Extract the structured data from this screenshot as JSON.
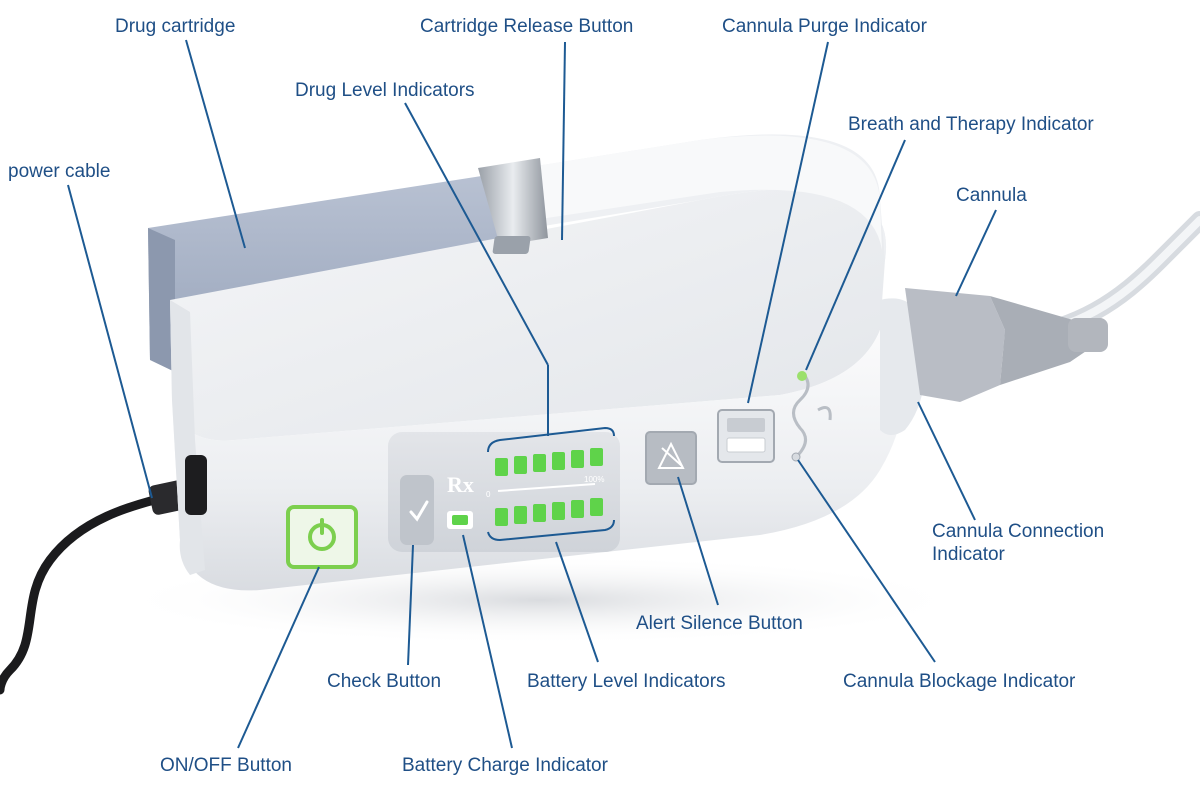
{
  "colors": {
    "label_text": "#1f4f86",
    "leader_line": "#1d5a93",
    "indicator_green": "#5fd34a",
    "power_green": "#7ccf4e",
    "housing": "#f2f3f5",
    "cartridge": "#a8b3c7"
  },
  "labels": {
    "drug_cartridge": "Drug cartridge",
    "cartridge_release_button": "Cartridge Release Button",
    "cannula_purge_indicator": "Cannula Purge Indicator",
    "drug_level_indicators": "Drug Level Indicators",
    "breath_therapy_indicator": "Breath and Therapy Indicator",
    "power_cable": "power cable",
    "cannula": "Cannula",
    "cannula_connection_indicator": "Cannula Connection Indicator",
    "alert_silence_button": "Alert Silence Button",
    "check_button": "Check Button",
    "battery_level_indicators": "Battery Level Indicators",
    "cannula_blockage_indicator": "Cannula Blockage Indicator",
    "on_off_button": "ON/OFF Button",
    "battery_charge_indicator": "Battery Charge Indicator"
  },
  "device_markings": {
    "rx_symbol": "Rx",
    "scale_min": "0",
    "scale_max": "100%",
    "check_glyph": "✓",
    "power_glyph": "⏻"
  },
  "indicators": {
    "drug_level_leds": 6,
    "battery_level_leds": 6
  }
}
